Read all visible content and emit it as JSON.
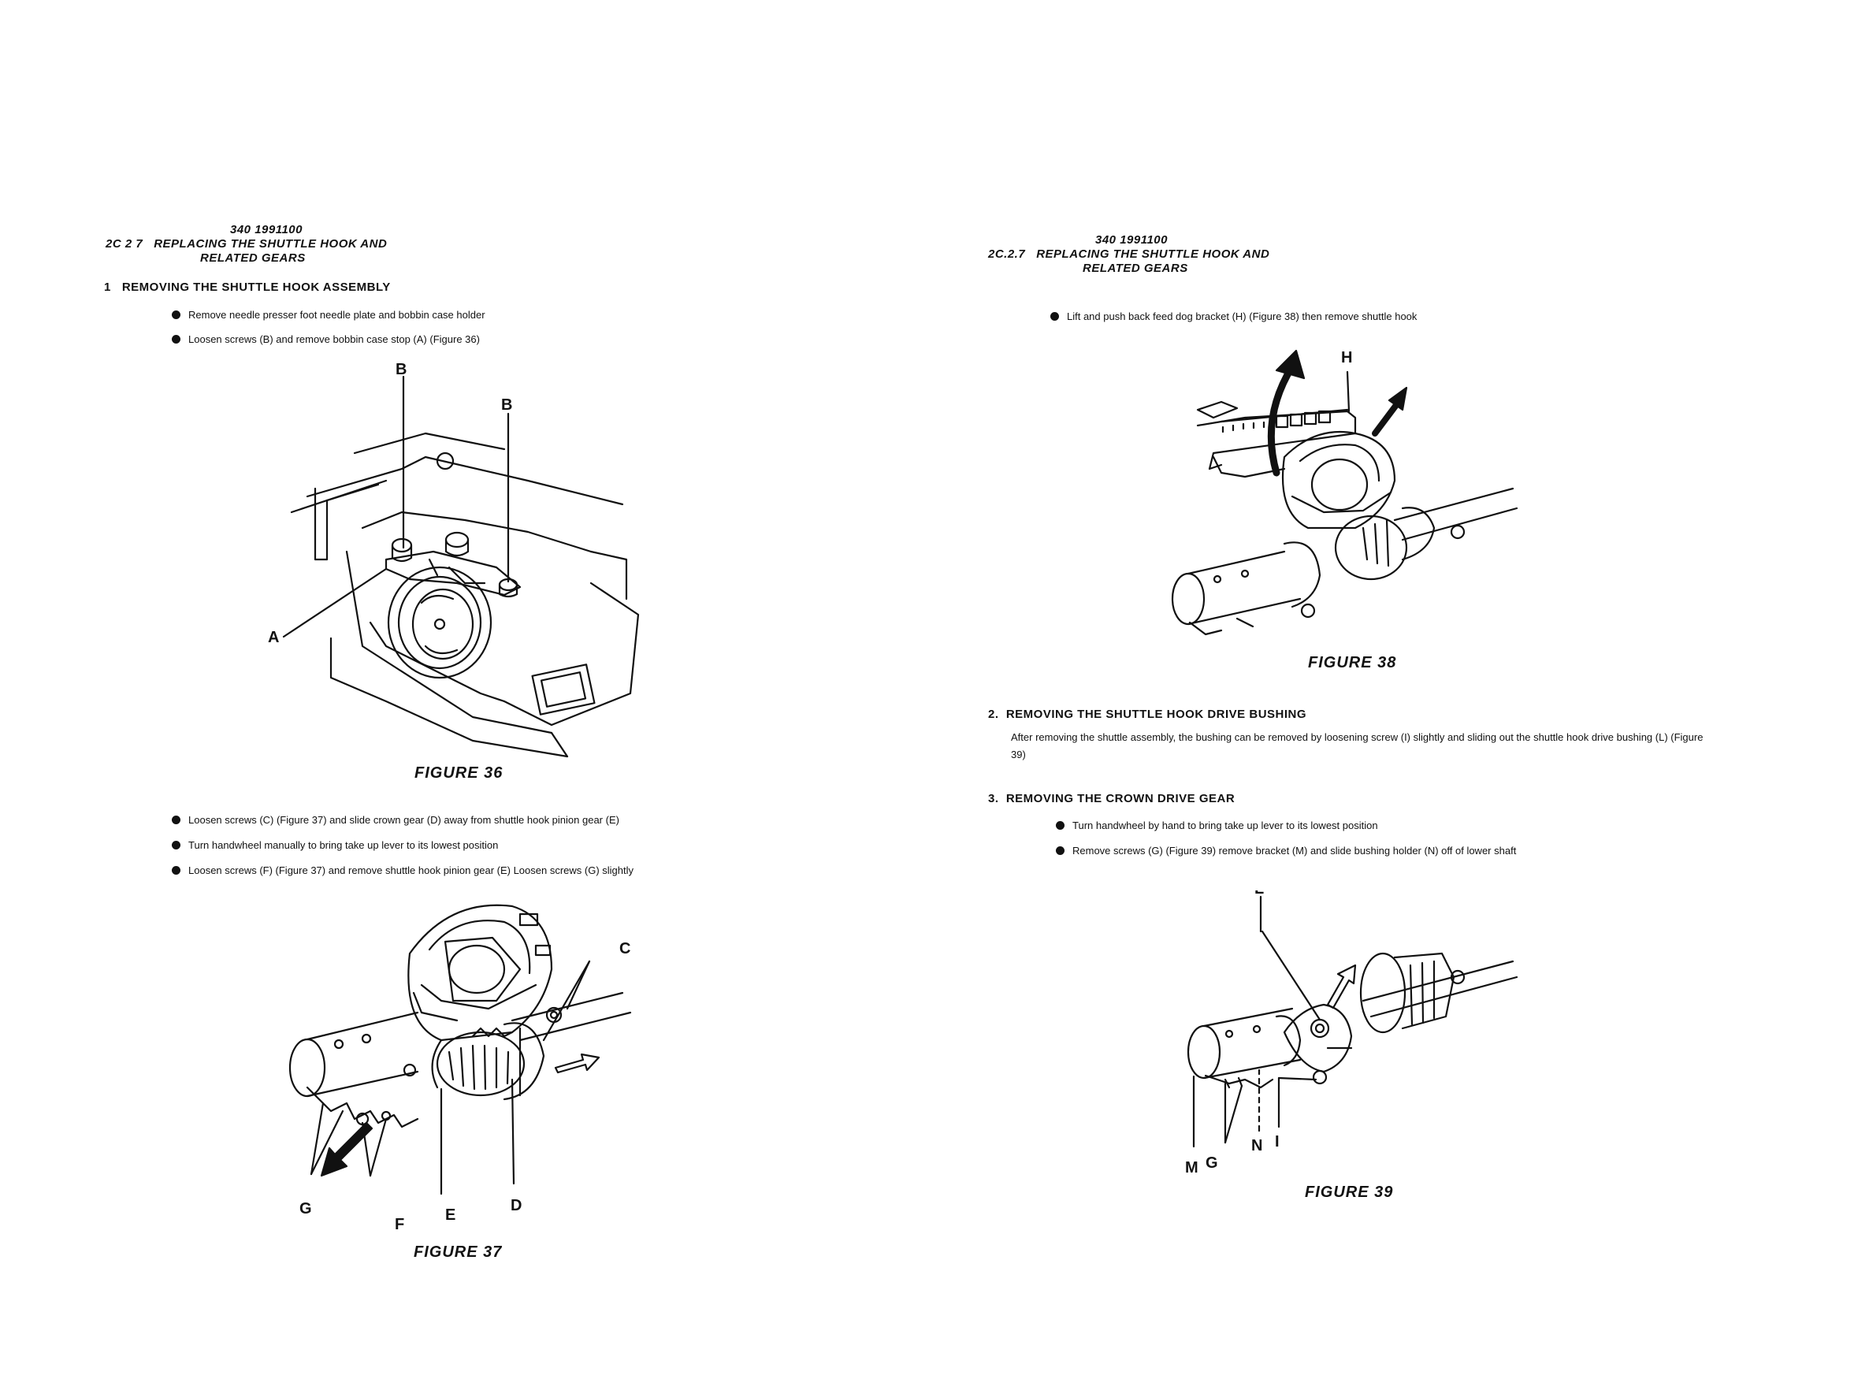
{
  "left": {
    "doc_number": "340 1991100",
    "section_title_line1": "2C 2 7   REPLACING THE SHUTTLE HOOK AND",
    "section_title_line2": "RELATED GEARS",
    "step1_heading": "1   REMOVING THE SHUTTLE HOOK ASSEMBLY",
    "bullets_a": [
      "Remove needle  presser foot  needle plate and bobbin case holder",
      "Loosen screws (B) and remove bobbin case stop (A) (Figure 36)"
    ],
    "figure36": {
      "caption": "FIGURE 36",
      "labels": [
        "B",
        "B",
        "A"
      ]
    },
    "bullets_b": [
      "Loosen screws (C) (Figure 37) and slide crown gear (D) away from shuttle hook pinion gear (E)",
      "Turn handwheel manually to bring take up lever to its lowest position",
      "Loosen screws (F) (Figure 37) and remove shuttle hook pinion gear (E)  Loosen screws (G) slightly"
    ],
    "figure37": {
      "caption": "FIGURE 37",
      "labels": [
        "C",
        "G",
        "F",
        "E",
        "D"
      ]
    }
  },
  "right": {
    "doc_number": "340 1991100",
    "section_title_line1": "2C.2.7   REPLACING THE SHUTTLE HOOK AND",
    "section_title_line2": "RELATED GEARS",
    "bullet_top": "Lift and push back feed dog bracket (H) (Figure 38) then remove shuttle hook",
    "figure38": {
      "caption": "FIGURE 38",
      "labels": [
        "H"
      ]
    },
    "step2_heading": "2.  REMOVING THE SHUTTLE HOOK DRIVE BUSHING",
    "step2_para": "After removing the shuttle assembly, the bushing can be removed by loosening screw (I) slightly and sliding out the shuttle hook drive bushing (L) (Figure 39)",
    "step3_heading": "3.  REMOVING THE CROWN DRIVE GEAR",
    "bullets_c": [
      "Turn handwheel by hand to bring take up lever to its lowest position",
      "Remove screws (G) (Figure 39)  remove bracket (M)  and slide bushing holder (N) off of lower shaft"
    ],
    "figure39": {
      "caption": "FIGURE 39",
      "labels": [
        "L",
        "M",
        "G",
        "N",
        "I"
      ]
    }
  }
}
